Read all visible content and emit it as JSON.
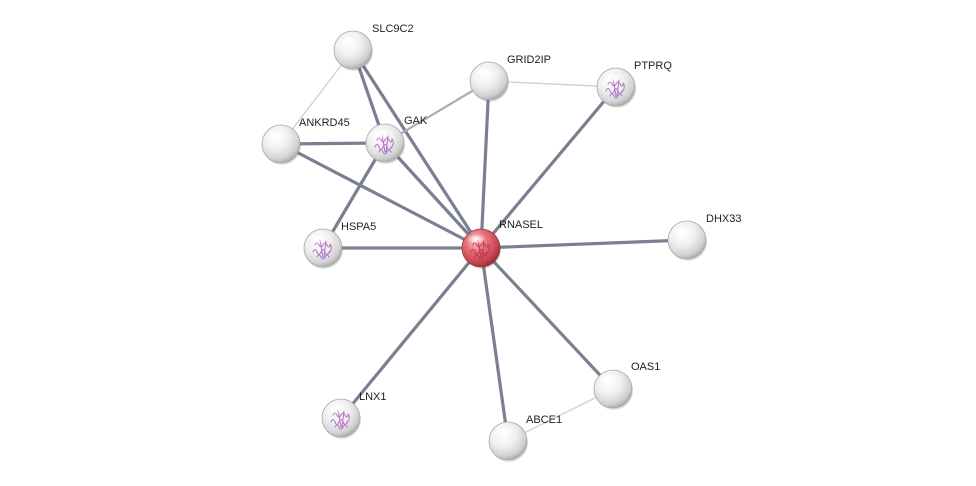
{
  "network": {
    "nodes": [
      {
        "id": "RNASEL",
        "label": "RNASEL",
        "query": true,
        "structure": true
      },
      {
        "id": "SLC9C2",
        "label": "SLC9C2",
        "query": false,
        "structure": false
      },
      {
        "id": "GRID2IP",
        "label": "GRID2IP",
        "query": false,
        "structure": false
      },
      {
        "id": "PTPRQ",
        "label": "PTPRQ",
        "query": false,
        "structure": true
      },
      {
        "id": "ANKRD45",
        "label": "ANKRD45",
        "query": false,
        "structure": false
      },
      {
        "id": "GAK",
        "label": "GAK",
        "query": false,
        "structure": true
      },
      {
        "id": "HSPA5",
        "label": "HSPA5",
        "query": false,
        "structure": true
      },
      {
        "id": "DHX33",
        "label": "DHX33",
        "query": false,
        "structure": false
      },
      {
        "id": "OAS1",
        "label": "OAS1",
        "query": false,
        "structure": false
      },
      {
        "id": "LNX1",
        "label": "LNX1",
        "query": false,
        "structure": true
      },
      {
        "id": "ABCE1",
        "label": "ABCE1",
        "query": false,
        "structure": false
      }
    ],
    "edges": [
      {
        "source": "RNASEL",
        "target": "SLC9C2",
        "strength": "strong"
      },
      {
        "source": "RNASEL",
        "target": "GAK",
        "strength": "strong"
      },
      {
        "source": "RNASEL",
        "target": "ANKRD45",
        "strength": "strong"
      },
      {
        "source": "RNASEL",
        "target": "HSPA5",
        "strength": "strong"
      },
      {
        "source": "RNASEL",
        "target": "GRID2IP",
        "strength": "strong"
      },
      {
        "source": "RNASEL",
        "target": "PTPRQ",
        "strength": "strong"
      },
      {
        "source": "RNASEL",
        "target": "DHX33",
        "strength": "strong"
      },
      {
        "source": "RNASEL",
        "target": "OAS1",
        "strength": "strong"
      },
      {
        "source": "RNASEL",
        "target": "ABCE1",
        "strength": "strong"
      },
      {
        "source": "RNASEL",
        "target": "LNX1",
        "strength": "strong"
      },
      {
        "source": "SLC9C2",
        "target": "GAK",
        "strength": "strong"
      },
      {
        "source": "ANKRD45",
        "target": "GAK",
        "strength": "strong"
      },
      {
        "source": "GAK",
        "target": "HSPA5",
        "strength": "strong"
      },
      {
        "source": "SLC9C2",
        "target": "ANKRD45",
        "strength": "weak"
      },
      {
        "source": "GAK",
        "target": "GRID2IP",
        "strength": "medium"
      },
      {
        "source": "GRID2IP",
        "target": "PTPRQ",
        "strength": "weak"
      },
      {
        "source": "OAS1",
        "target": "ABCE1",
        "strength": "weak"
      }
    ],
    "colors": {
      "edge_strong": "#7a7f91",
      "edge_medium": "#a9adb8",
      "edge_weak": "#cfd1d6",
      "node_default": "#e9e9e9",
      "node_query": "#d9505a",
      "structure_default": "#b06cc8",
      "structure_query": "#c2334a"
    },
    "icons": {
      "structure": "protein-ribbon-icon"
    }
  }
}
